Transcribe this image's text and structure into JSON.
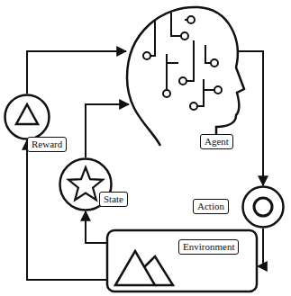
{
  "diagram": {
    "nodes": [
      {
        "text": [
          "Agent"
        ]
      },
      {
        "text": [
          "Reward"
        ]
      },
      {
        "text": [
          "State"
        ]
      },
      {
        "text": [
          "Action"
        ]
      },
      {
        "text": [
          "Environment"
        ]
      }
    ],
    "edges": [
      {
        "from": 0,
        "to": 3,
        "arrow": "to"
      },
      {
        "from": 3,
        "to": 4,
        "arrow": "to"
      },
      {
        "from": 4,
        "to": 1,
        "arrow": "to"
      },
      {
        "from": 1,
        "to": 0,
        "arrow": "to"
      },
      {
        "from": 4,
        "to": 2,
        "arrow": "to"
      },
      {
        "from": 2,
        "to": 0,
        "arrow": "to"
      }
    ]
  }
}
